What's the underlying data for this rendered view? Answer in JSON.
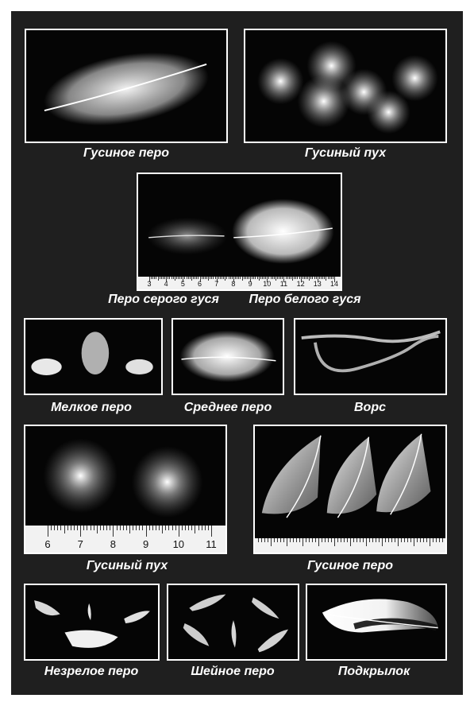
{
  "captions": {
    "goose_feather_1": "Гусиное перо",
    "goose_down_1": "Гусиный пух",
    "grey_goose_feather": "Перо серого гуся",
    "white_goose_feather": "Перо белого гуся",
    "small_feather": "Мелкое перо",
    "medium_feather": "Среднее перо",
    "fiber": "Ворс",
    "goose_down_2": "Гусиный пух",
    "goose_feather_2": "Гусиное перо",
    "immature_feather": "Незрелое перо",
    "neck_feather": "Шейное перо",
    "underwing": "Подкрылок"
  },
  "rulers": {
    "grey_white_scale": [
      "3",
      "4",
      "5",
      "6",
      "7",
      "8",
      "9",
      "10",
      "11",
      "12",
      "13",
      "14"
    ],
    "down_scale": [
      "6",
      "7",
      "8",
      "9",
      "10",
      "11"
    ]
  },
  "colors": {
    "background": "#1f1f1f",
    "panel_border": "#ffffff",
    "feather": "#f0f0f0",
    "ruler": "#f2f2f2"
  }
}
